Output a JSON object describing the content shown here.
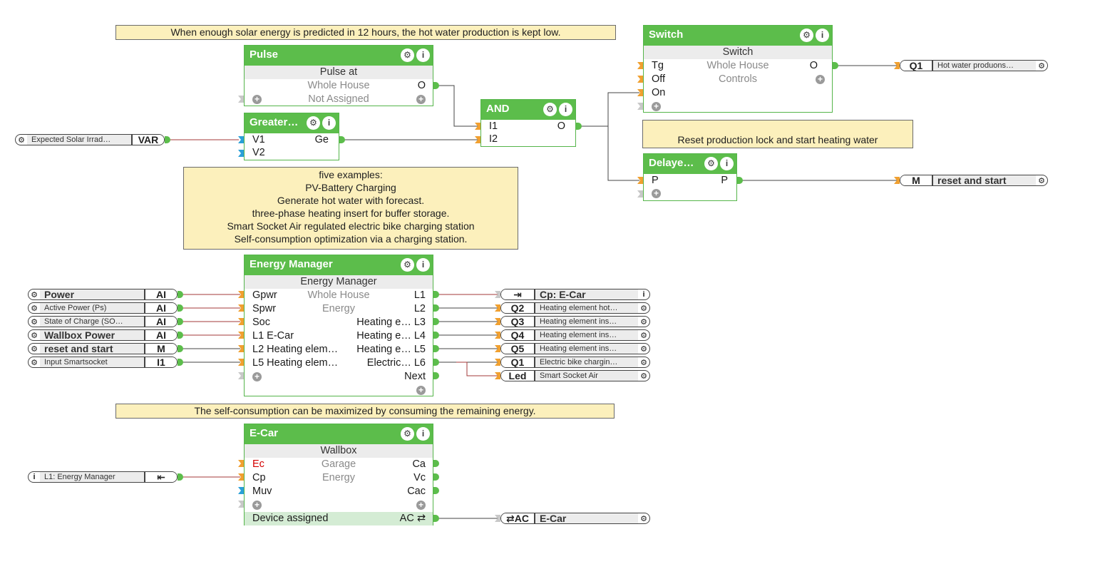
{
  "notes": {
    "solar": "When enough solar energy is predicted in 12 hours, the hot water production is kept low.",
    "reset": "Reset production lock and start heating water",
    "examples": [
      "five examples:",
      "PV-Battery Charging",
      "Generate hot water with forecast.",
      "three-phase heating insert for buffer storage.",
      "Smart Socket Air regulated electric bike charging station",
      "Self-consumption optimization via a charging station."
    ],
    "selfcons": "The self-consumption can be maximized by consuming the remaining energy."
  },
  "blocks": {
    "pulse": {
      "title": "Pulse",
      "sub": "Pulse at",
      "room": "Whole House",
      "cat": "Not Assigned",
      "out": "O"
    },
    "greater": {
      "title": "Greater…",
      "in1": "V1",
      "in2": "V2",
      "out": "Ge"
    },
    "and": {
      "title": "AND",
      "in1": "I1",
      "in2": "I2",
      "out": "O"
    },
    "switch": {
      "title": "Switch",
      "sub": "Switch",
      "room": "Whole House",
      "cat": "Controls",
      "in1": "Tg",
      "in2": "Off",
      "in3": "On",
      "out": "O"
    },
    "delayed": {
      "title": "Delaye…",
      "in": "P",
      "out": "P"
    },
    "em": {
      "title": "Energy Manager",
      "sub": "Energy Manager",
      "room": "Whole House",
      "cat": "Energy",
      "inputs": [
        "Gpwr",
        "Spwr",
        "Soc",
        "L1 E-Car",
        "L2 Heating elem…",
        "L5 Heating elem…"
      ],
      "outputs": [
        "L1",
        "L2",
        "Heating e… L3",
        "Heating e… L4",
        "Heating e… L5",
        "Electric… L6",
        "Next"
      ]
    },
    "ecar": {
      "title": "E-Car",
      "sub": "Wallbox",
      "room": "Garage",
      "cat": "Energy",
      "inputs": [
        "Ec",
        "Cp",
        "Muv"
      ],
      "outputs": [
        "Ca",
        "Vc",
        "Cac"
      ],
      "assigned": "Device assigned",
      "ac": "AC ⇄"
    }
  },
  "connectors": {
    "solar": {
      "label": "Expected Solar Irrad…",
      "type": "VAR"
    },
    "q1hot": {
      "type": "Q1",
      "label": "Hot water produons…"
    },
    "mreset": {
      "type": "M",
      "label": "reset and start"
    },
    "em_inputs": [
      {
        "label": "Power",
        "type": "AI",
        "bold": true
      },
      {
        "label": "Active Power (Ps)",
        "type": "AI",
        "bold": false
      },
      {
        "label": "State of Charge (SO…",
        "type": "AI",
        "bold": false
      },
      {
        "label": "Wallbox Power",
        "type": "AI",
        "bold": true
      },
      {
        "label": "reset and start",
        "type": "M",
        "bold": true
      },
      {
        "label": "Input Smartsocket",
        "type": "I1",
        "bold": false
      }
    ],
    "em_outputs": [
      {
        "type": "⇥",
        "label": "Cp: E-Car",
        "bold": true,
        "icon": "i"
      },
      {
        "type": "Q2",
        "label": "Heating element hot…",
        "bold": false,
        "icon": "⚙"
      },
      {
        "type": "Q3",
        "label": "Heating element ins…",
        "bold": false,
        "icon": "⚙"
      },
      {
        "type": "Q4",
        "label": "Heating element ins…",
        "bold": false,
        "icon": "⚙"
      },
      {
        "type": "Q5",
        "label": "Heating element ins…",
        "bold": false,
        "icon": "⚙"
      },
      {
        "type": "Q1",
        "label": "Electric bike chargin…",
        "bold": false,
        "icon": "⚙"
      },
      {
        "type": "Led",
        "label": "Smart Socket Air",
        "bold": false,
        "icon": "⚙"
      }
    ],
    "l1em": {
      "label": "L1: Energy Manager",
      "type": "⇤"
    },
    "acecar": {
      "type": "⇄AC",
      "label": "E-Car"
    }
  },
  "colors": {
    "block_header": "#5cbd4b",
    "note_bg": "#fcf0bc",
    "wire_red": "#a33a3a",
    "wire_dark": "#444444",
    "port_out": "#5cbd4b",
    "port_in": "#f0a030",
    "port_analog": "#2aa0d8"
  }
}
